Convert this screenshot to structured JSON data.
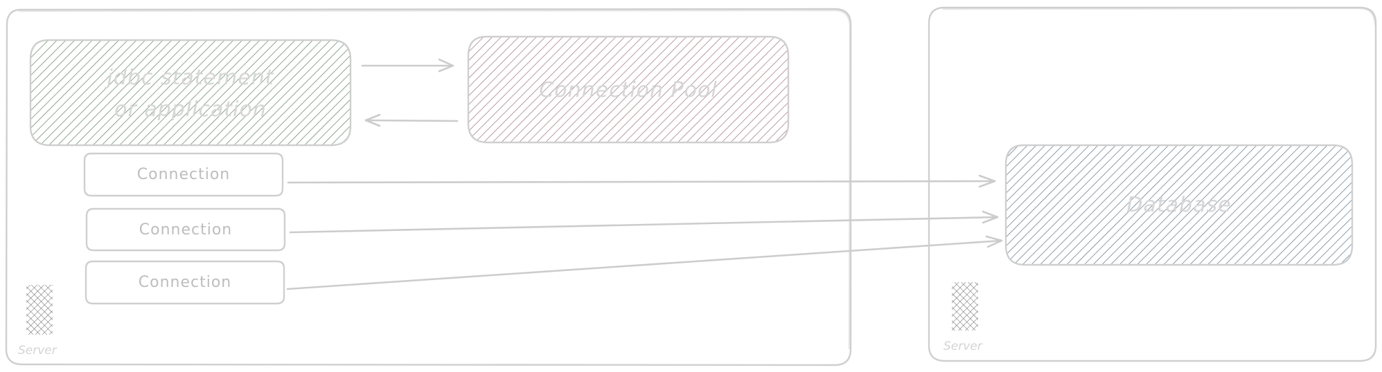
{
  "nodes": {
    "jdbc": {
      "line1": "jdbc statement",
      "line2": "or application"
    },
    "pool": {
      "label": "Connection Pool"
    },
    "database": {
      "label": "Database"
    },
    "connections": [
      "Connection",
      "Connection",
      "Connection"
    ]
  },
  "servers": {
    "left": {
      "label": "Server"
    },
    "right": {
      "label": "Server"
    }
  },
  "colors": {
    "stroke": "#cfcfcf",
    "jdbc_hatch": "#3f6b44",
    "pool_hatch": "#8a5a64",
    "database_hatch": "#3d5a73",
    "server_icon": "#555555"
  }
}
